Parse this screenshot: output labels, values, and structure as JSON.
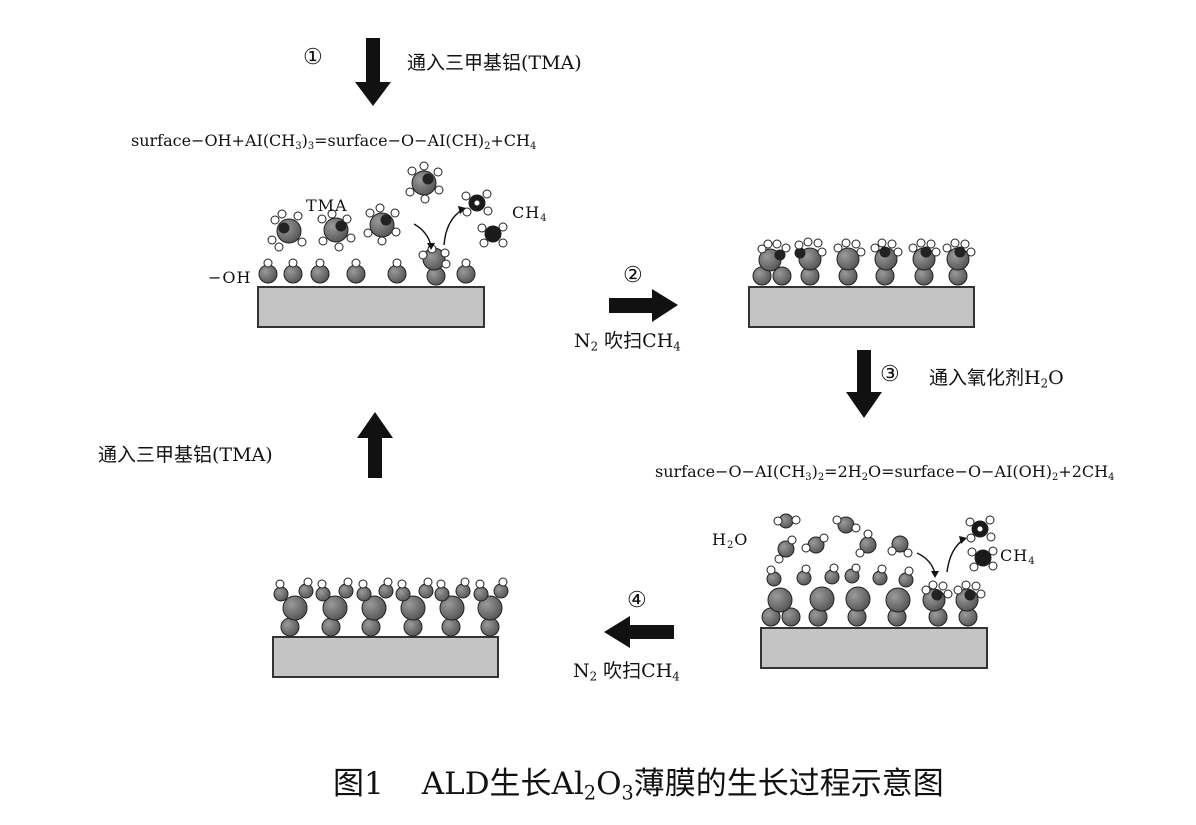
{
  "steps": {
    "s1": {
      "num": "①",
      "label": "通入三甲基铝(TMA)"
    },
    "s2": {
      "num": "②",
      "label_pre": "N",
      "label_sub": "2",
      "label_mid": " 吹扫CH",
      "label_sub2": "4"
    },
    "s3": {
      "num": "③",
      "label_pre": "通入氧化剂H",
      "label_sub": "2",
      "label_post": "O"
    },
    "s4": {
      "num": "④",
      "label_pre": "N",
      "label_sub": "2",
      "label_mid": " 吹扫CH",
      "label_sub2": "4"
    },
    "return": {
      "label": "通入三甲基铝(TMA)"
    }
  },
  "equations": {
    "eq1": {
      "a": "surface−OH+AI(CH",
      "b": "3",
      "c": ")",
      "d": "3",
      "e": "=surface−O−AI(CH)",
      "f": "2",
      "g": "+CH",
      "h": "4"
    },
    "eq2": {
      "a": "surface−O−AI(CH",
      "b": "3",
      "c": ")",
      "d": "2",
      "e": "=2H",
      "f": "2",
      "g": "O=surface−O−AI(OH)",
      "h": "2",
      "i": "+2CH",
      "j": "4"
    }
  },
  "labels": {
    "tma": "TMA",
    "oh": "−OH",
    "ch4_a": "CH",
    "ch4_a_sub": "4",
    "h2o": "H",
    "h2o_sub": "2",
    "h2o_post": "O",
    "ch4_b": "CH",
    "ch4_b_sub": "4"
  },
  "caption": {
    "prefix": "图1",
    "pre": "ALD生长Al",
    "sub1": "2",
    "mid": "O",
    "sub2": "3",
    "post": "薄膜的生长过程示意图"
  },
  "colors": {
    "substrate": "#c4c4c4",
    "atom_gray": "#6f6f6f",
    "atom_dark": "#222222",
    "atom_h": "#ffffff",
    "arrow": "#111111"
  }
}
